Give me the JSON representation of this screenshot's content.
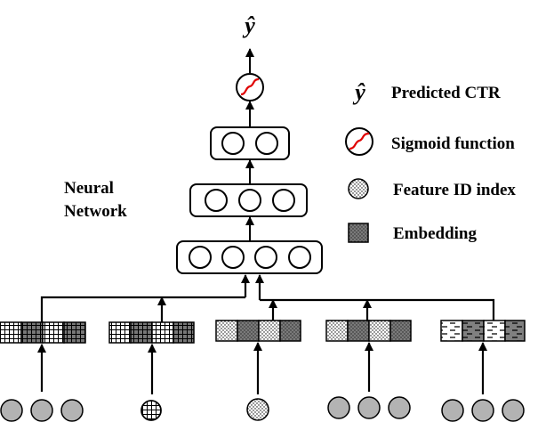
{
  "diagram": {
    "output_symbol": "ŷ",
    "network_label": {
      "line1": "Neural",
      "line2": "Network"
    },
    "legend": {
      "predicted": {
        "symbol": "ŷ",
        "label": "Predicted CTR"
      },
      "sigmoid": {
        "label": "Sigmoid function"
      },
      "feature_id": {
        "label": "Feature ID index"
      },
      "embedding": {
        "label": "Embedding"
      }
    },
    "layers": [
      {
        "neurons": 2
      },
      {
        "neurons": 3
      },
      {
        "neurons": 4
      }
    ],
    "feature_fields": [
      {
        "inputs": 3,
        "input_style": "gray",
        "embedding_pattern": "grid-dark"
      },
      {
        "inputs": 1,
        "input_style": "grid",
        "embedding_pattern": "grid-dark"
      },
      {
        "inputs": 1,
        "input_style": "dots",
        "embedding_pattern": "dots-gray"
      },
      {
        "inputs": 3,
        "input_style": "gray",
        "embedding_pattern": "dots-gray"
      },
      {
        "inputs": 3,
        "input_style": "gray",
        "embedding_pattern": "dash-gray"
      }
    ],
    "colors": {
      "stroke": "#000000",
      "neuron_fill": "#ffffff",
      "input_gray": "#b3b3b3",
      "embedding_dark": "#808080",
      "sigmoid_curve": "#e00000"
    }
  }
}
